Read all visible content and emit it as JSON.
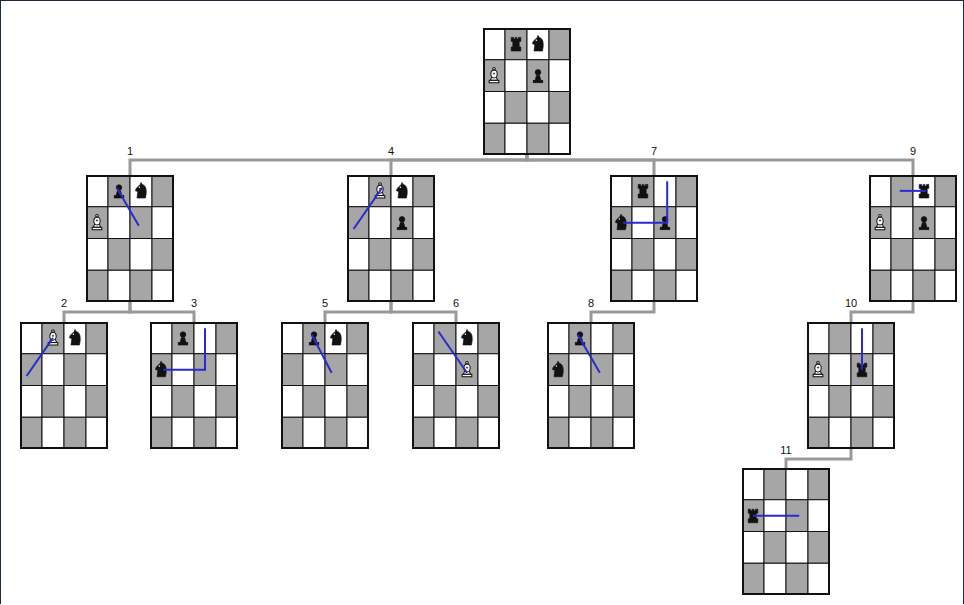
{
  "diagram": {
    "nodes": [
      {
        "text": []
      },
      {
        "text": [
          "1"
        ]
      },
      {
        "text": [
          "4"
        ]
      },
      {
        "text": [
          "7"
        ]
      },
      {
        "text": [
          "9"
        ]
      },
      {
        "text": [
          "2"
        ]
      },
      {
        "text": [
          "3"
        ]
      },
      {
        "text": [
          "5"
        ]
      },
      {
        "text": [
          "6"
        ]
      },
      {
        "text": [
          "8"
        ]
      },
      {
        "text": [
          "10"
        ]
      },
      {
        "text": [
          "11"
        ]
      }
    ],
    "edges": [
      {
        "from": 0,
        "to": 1,
        "arrow": "none"
      },
      {
        "from": 0,
        "to": 2,
        "arrow": "none"
      },
      {
        "from": 0,
        "to": 3,
        "arrow": "none"
      },
      {
        "from": 0,
        "to": 4,
        "arrow": "none"
      },
      {
        "from": 1,
        "to": 5,
        "arrow": "none"
      },
      {
        "from": 1,
        "to": 6,
        "arrow": "none"
      },
      {
        "from": 2,
        "to": 7,
        "arrow": "none"
      },
      {
        "from": 2,
        "to": 8,
        "arrow": "none"
      },
      {
        "from": 3,
        "to": 9,
        "arrow": "none"
      },
      {
        "from": 4,
        "to": 10,
        "arrow": "none"
      },
      {
        "from": 10,
        "to": 11,
        "arrow": "none"
      }
    ]
  }
}
